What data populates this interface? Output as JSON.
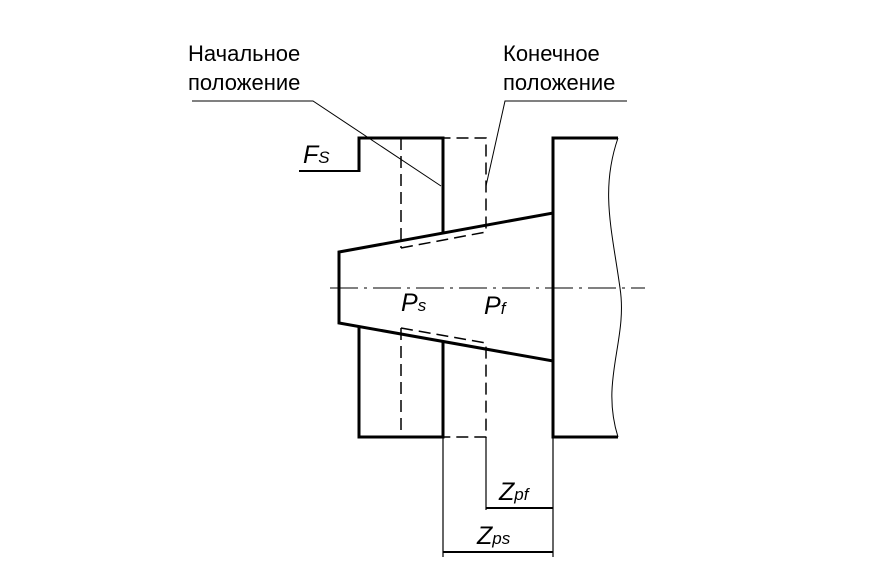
{
  "labels": {
    "initial_line1": "Начальное",
    "initial_line2": "положение",
    "final_line1": "Конечное",
    "final_line2": "положение",
    "fs_main": "F",
    "fs_sub": "S",
    "ps_main": "P",
    "ps_sub": "s",
    "pf_main": "P",
    "pf_sub": "f",
    "zpf_main": "Z",
    "zpf_sub": "pf",
    "zps_main": "Z",
    "zps_sub": "ps"
  },
  "colors": {
    "line": "#000000",
    "background": "#ffffff"
  }
}
